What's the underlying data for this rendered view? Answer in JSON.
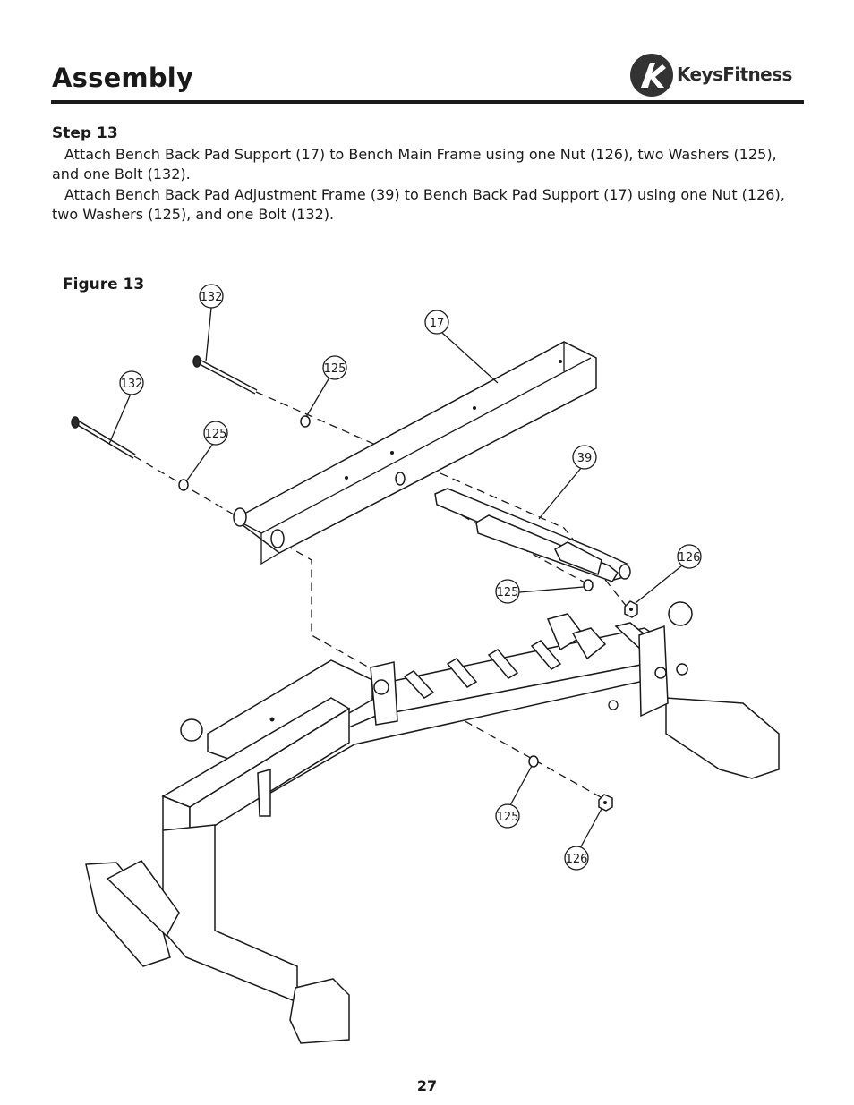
{
  "header": {
    "title": "Assembly",
    "brand": "KeysFitness"
  },
  "step": {
    "title": "Step 13",
    "paragraphs": [
      "Attach Bench Back Pad Support (17) to Bench Main Frame using one Nut (126), two Washers (125), and one Bolt (132).",
      "Attach Bench Back Pad Adjustment Frame (39) to Bench Back Pad Support (17) using one Nut (126), two Washers (125), and one Bolt (132)."
    ]
  },
  "figure": {
    "label": "Figure 13",
    "callouts": {
      "bolt_upper": "132",
      "bolt_lower": "132",
      "support": "17",
      "washer_upper": "125",
      "washer_lower_left": "125",
      "adjustment_frame": "39",
      "nut_upper": "126",
      "washer_middle": "125",
      "washer_bottom": "125",
      "nut_bottom": "126"
    }
  },
  "footer": {
    "page_number": "27"
  }
}
